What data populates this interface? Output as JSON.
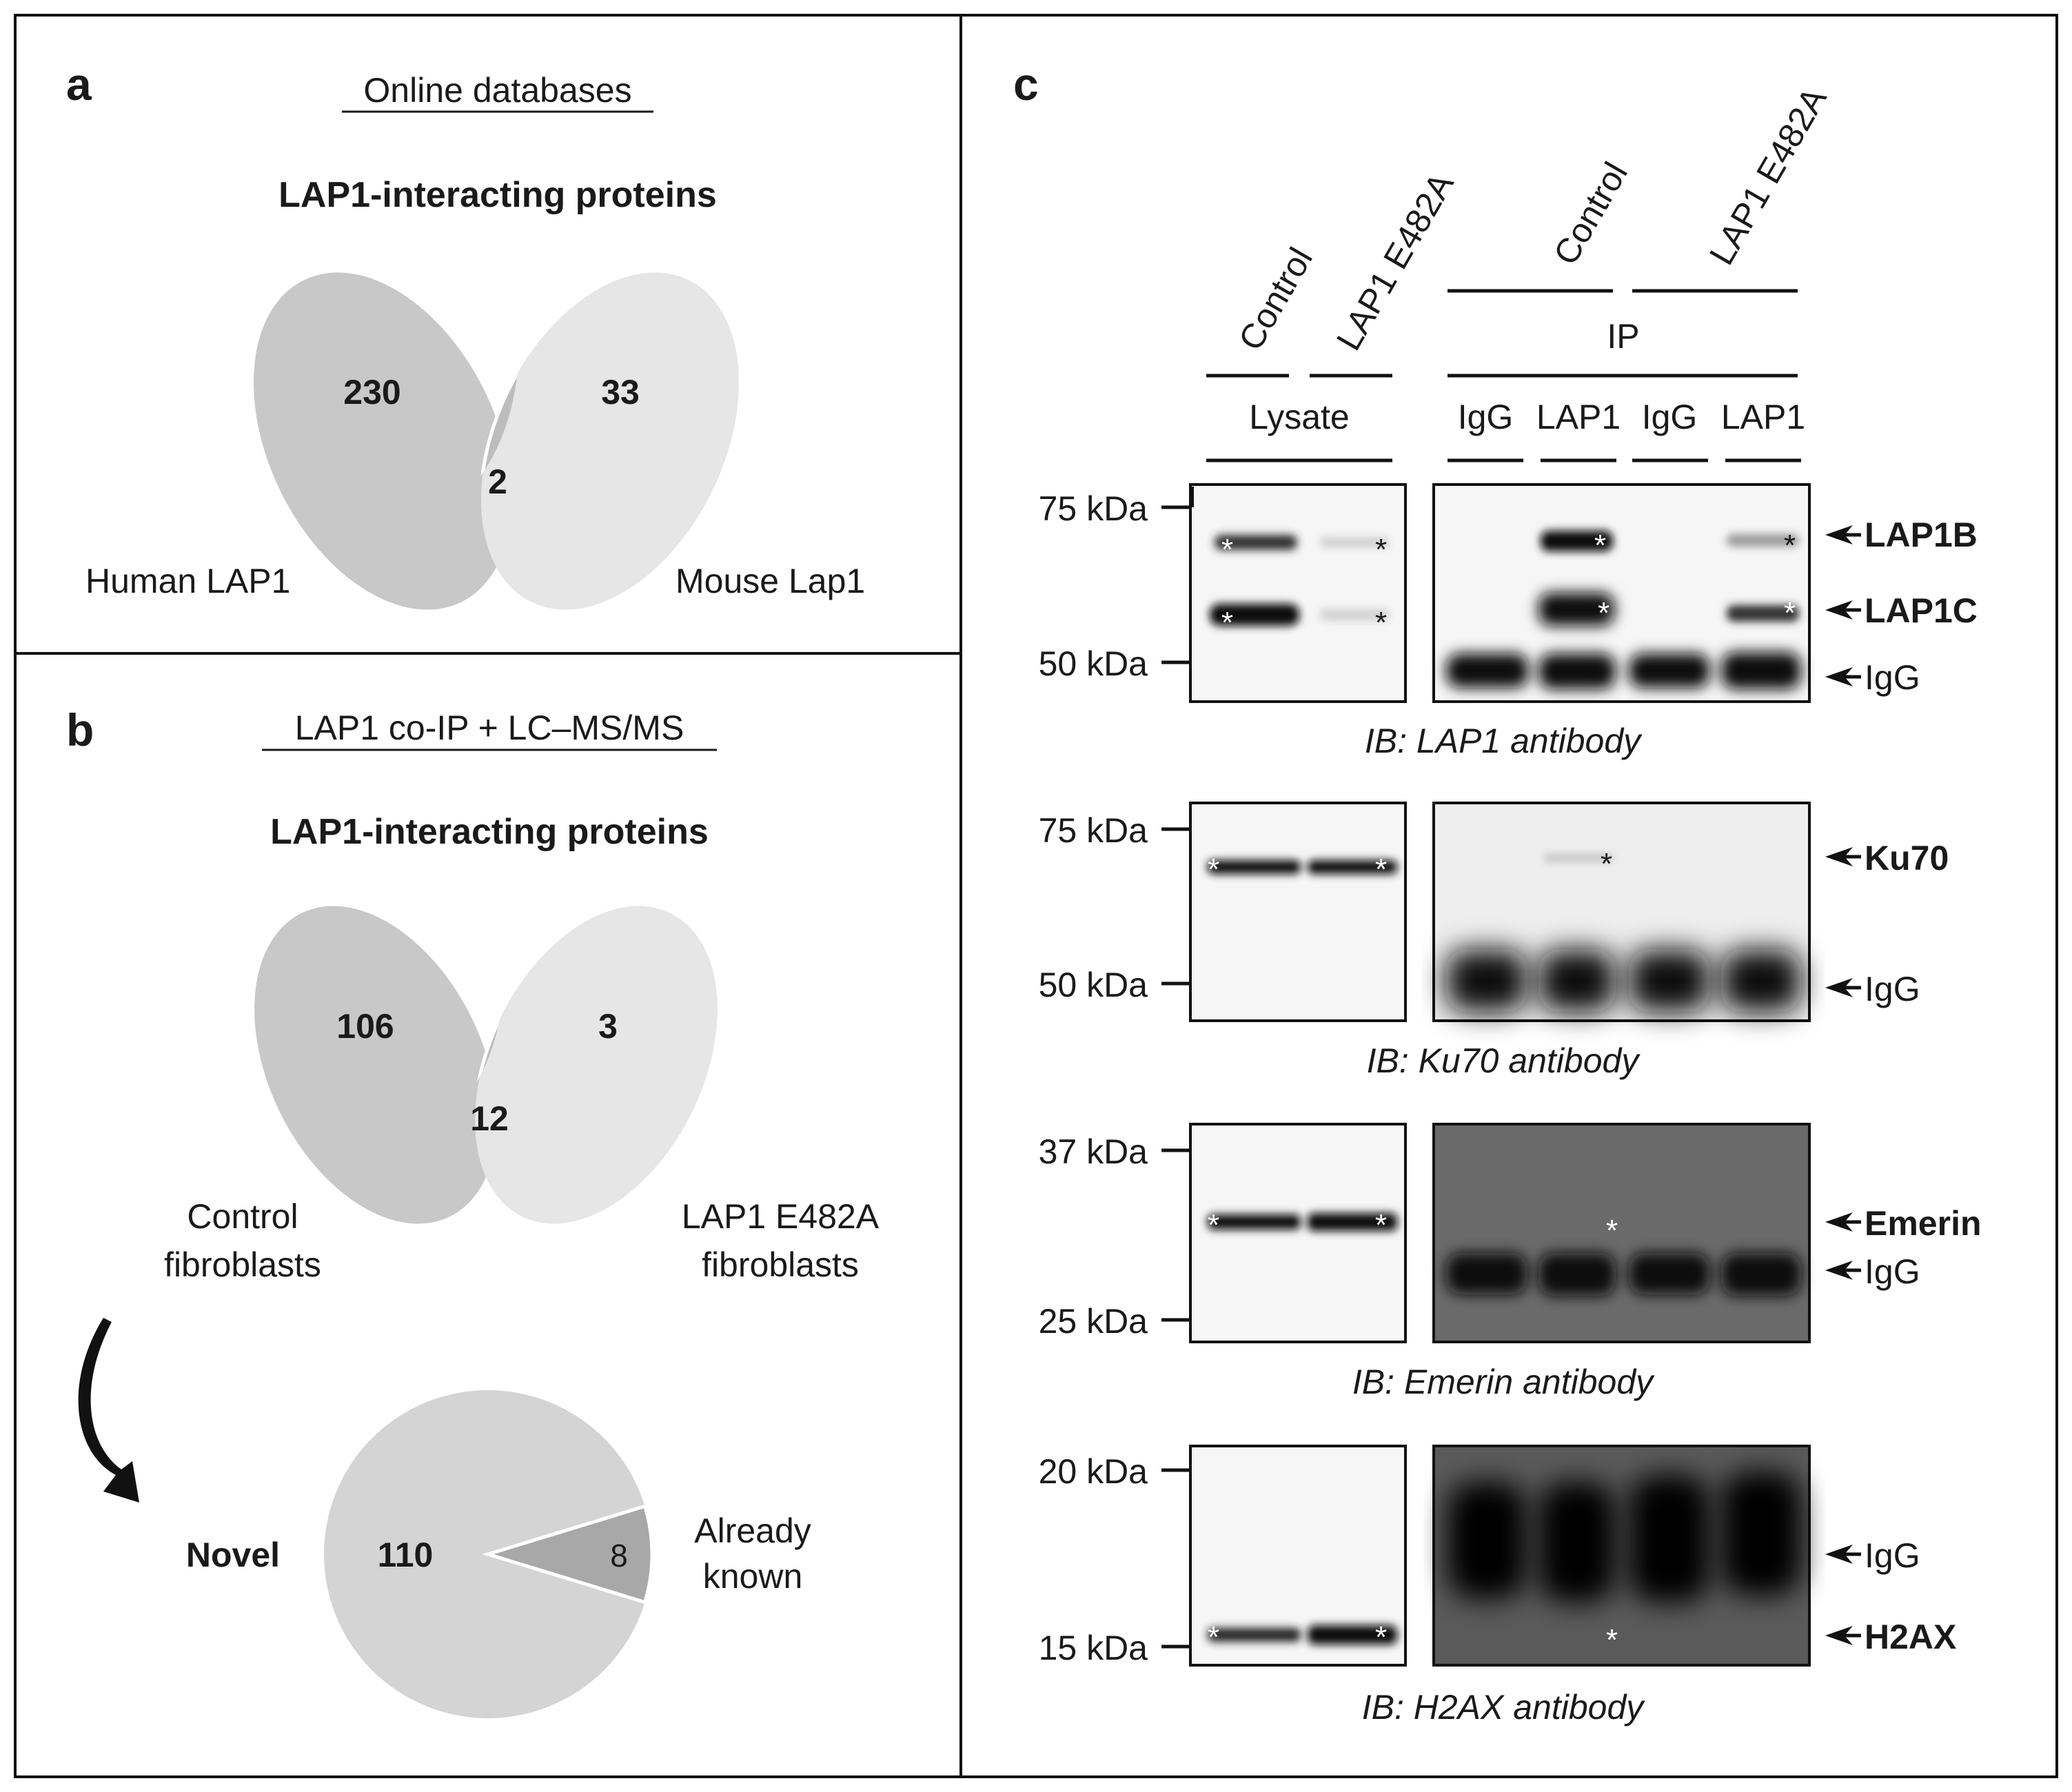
{
  "panel_a": {
    "letter": "a",
    "heading": "Online databases",
    "title": "LAP1-interacting proteins",
    "venn": {
      "left_only": "230",
      "right_only": "33",
      "overlap": "2"
    },
    "left_label": "Human LAP1",
    "right_label": "Mouse Lap1"
  },
  "panel_b": {
    "letter": "b",
    "heading": "LAP1 co-IP + LC–MS/MS",
    "title": "LAP1-interacting proteins",
    "venn": {
      "left_only": "106",
      "right_only": "3",
      "overlap": "12"
    },
    "left_label_line1": "Control",
    "left_label_line2": "fibroblasts",
    "right_label_line1": "LAP1 E482A",
    "right_label_line2": "fibroblasts",
    "pie": {
      "novel_label": "Novel",
      "novel_value": "110",
      "known_value": "8",
      "known_label_line1": "Already",
      "known_label_line2": "known"
    }
  },
  "panel_c": {
    "letter": "c",
    "lysate_label": "Lysate",
    "ip_label": "IP",
    "group_labels": [
      "Control",
      "LAP1 E482A",
      "Control",
      "LAP1 E482A"
    ],
    "lane_labels": [
      "IgG",
      "LAP1",
      "IgG",
      "LAP1"
    ],
    "blots": [
      {
        "caption": "IB: LAP1 antibody",
        "markers": [
          "75 kDa",
          "50 kDa"
        ],
        "bands": [
          {
            "label": "LAP1B",
            "bold": true
          },
          {
            "label": "LAP1C",
            "bold": true
          },
          {
            "label": "IgG",
            "bold": false
          }
        ]
      },
      {
        "caption": "IB: Ku70 antibody",
        "markers": [
          "75 kDa",
          "50 kDa"
        ],
        "bands": [
          {
            "label": "Ku70",
            "bold": true
          },
          {
            "label": "IgG",
            "bold": false
          }
        ]
      },
      {
        "caption": "IB: Emerin antibody",
        "markers": [
          "37 kDa",
          "25 kDa"
        ],
        "bands": [
          {
            "label": "Emerin",
            "bold": true
          },
          {
            "label": "IgG",
            "bold": false
          }
        ]
      },
      {
        "caption": "IB: H2AX antibody",
        "markers": [
          "20 kDa",
          "15 kDa"
        ],
        "bands": [
          {
            "label": "IgG",
            "bold": false
          },
          {
            "label": "H2AX",
            "bold": true
          }
        ]
      }
    ],
    "asterisk": "*"
  }
}
